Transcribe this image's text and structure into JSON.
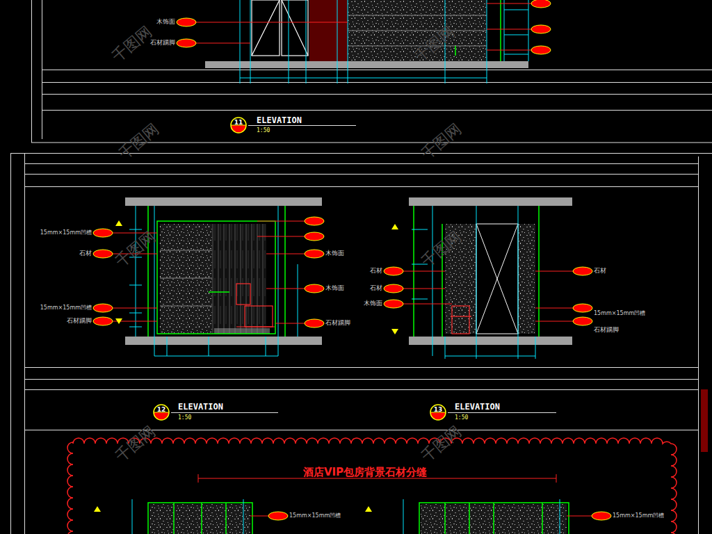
{
  "diagram": {
    "nodes": [
      {
        "text": [
          "11"
        ]
      },
      {
        "text": [
          "12"
        ]
      },
      {
        "text": [
          "13"
        ]
      },
      {
        "text": [
          "酒店VIP包房背景石材分缝"
        ]
      }
    ],
    "labels": [
      "木饰面",
      "石材踢脚",
      "ELEVATION",
      "1:50",
      "15mm×15mm凹槽",
      "石材",
      "15mm×15mm凹槽",
      "石材踢脚",
      "木饰面",
      "木饰面",
      "石材踢脚",
      "石材",
      "石材",
      "木饰面",
      "石材",
      "15mm×15mm凹槽",
      "石材踢脚",
      "ELEVATION",
      "1:50",
      "ELEVATION",
      "1:50",
      "15mm×15mm凹槽",
      "15mm×15mm凹槽",
      "千图网",
      "千图网",
      "千图网",
      "千图网",
      "千图网",
      "千图网",
      "千图网",
      "千图网"
    ]
  }
}
